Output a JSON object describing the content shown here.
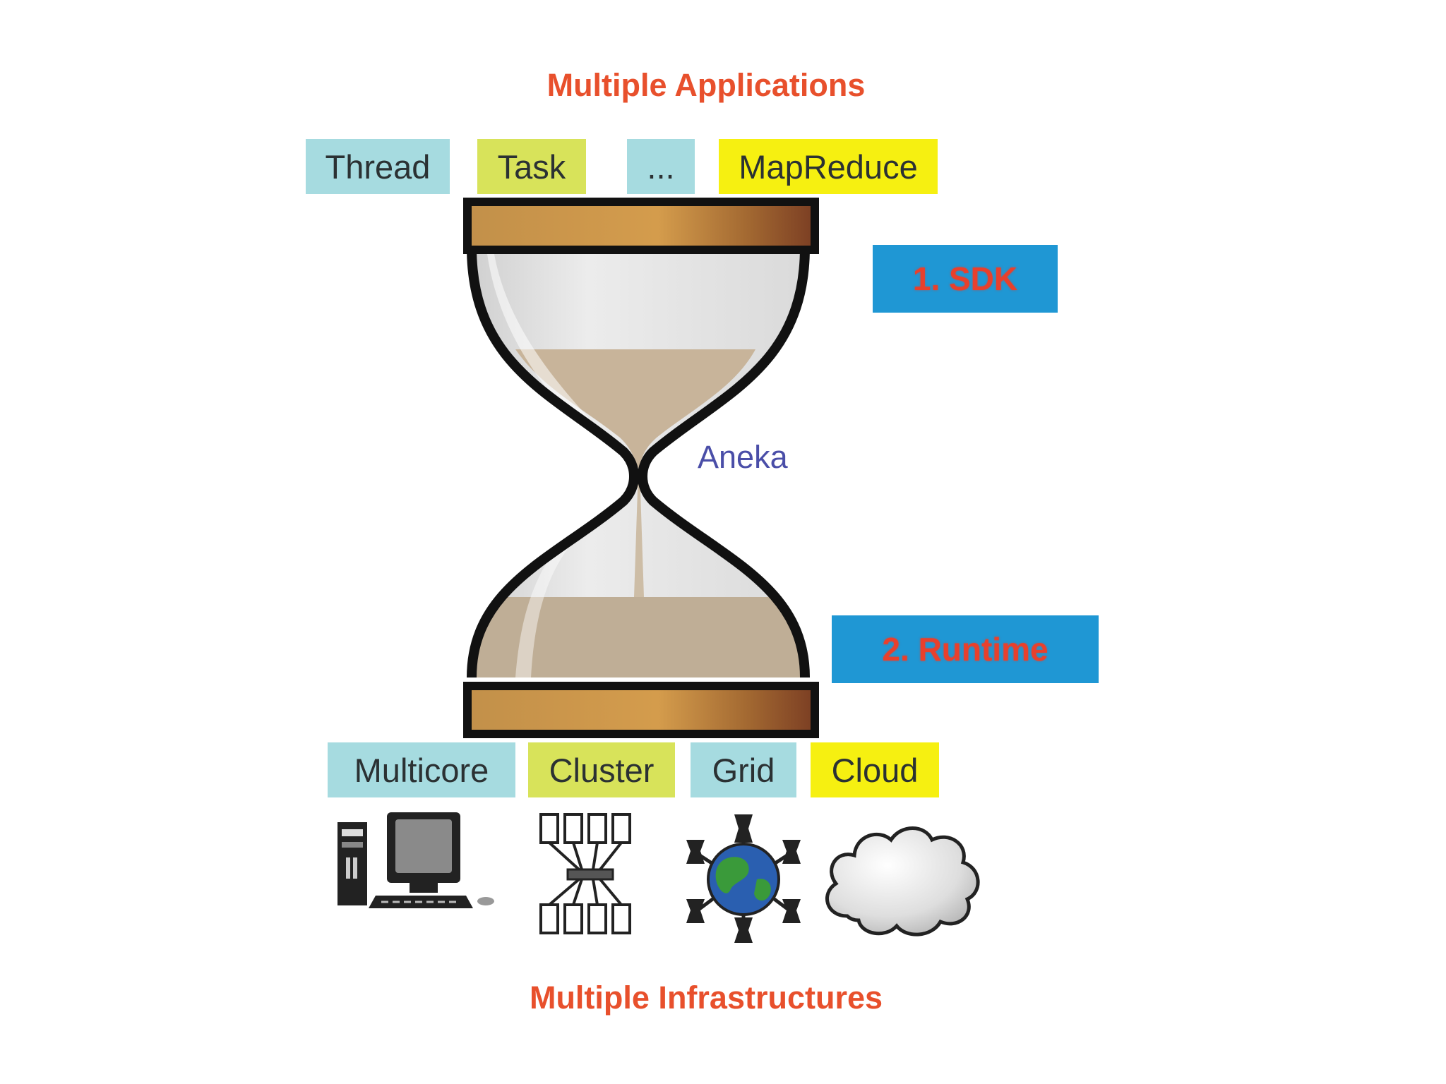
{
  "title_top": "Multiple Applications",
  "title_bottom": "Multiple Infrastructures",
  "center_label": "Aneka",
  "layers": {
    "sdk": "1. SDK",
    "runtime": "2. Runtime"
  },
  "applications": [
    {
      "label": "Thread",
      "color": "#a6dbe0"
    },
    {
      "label": "Task",
      "color": "#d8e35a"
    },
    {
      "label": "...",
      "color": "#a6dbe0"
    },
    {
      "label": "MapReduce",
      "color": "#f6f011"
    }
  ],
  "infrastructures": [
    {
      "label": "Multicore",
      "color": "#a6dbe0",
      "icon": "desktop-computer-icon"
    },
    {
      "label": "Cluster",
      "color": "#d8e35a",
      "icon": "cluster-network-icon"
    },
    {
      "label": "Grid",
      "color": "#a6dbe0",
      "icon": "globe-grid-icon"
    },
    {
      "label": "Cloud",
      "color": "#f6f011",
      "icon": "cloud-icon"
    }
  ],
  "colors": {
    "heading": "#e8502c",
    "aneka": "#4a4ea8",
    "layer_box": "#1f97d4",
    "layer_text": "#e8402c"
  }
}
